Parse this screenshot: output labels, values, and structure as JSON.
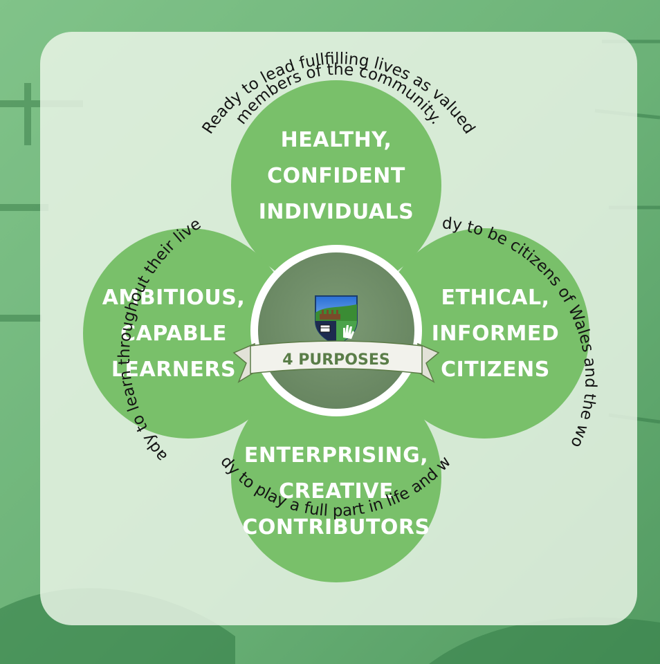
{
  "colors": {
    "background_green": "#6aa56d",
    "panel": "#eef6ea",
    "circle_green": "#79c06a",
    "center_disc": "#6f8f6a",
    "center_ring": "#ffffff",
    "banner": "#f2f2ec",
    "banner_text": "#5a7d48",
    "arc_text": "#141414"
  },
  "center": {
    "crest_icon": "school-crest-icon",
    "banner_label": "4 PURPOSES"
  },
  "purposes": {
    "top": {
      "lines": [
        "HEALTHY,",
        "CONFIDENT",
        "INDIVIDUALS"
      ],
      "tagline": "Ready to lead fullfilling lives as valued",
      "tagline_2": "members of the community."
    },
    "left": {
      "lines": [
        "AMBITIOUS,",
        "CAPABLE",
        "LEARNERS"
      ],
      "tagline": "Ready to learn throughout their lives."
    },
    "right": {
      "lines": [
        "ETHICAL,",
        "INFORMED",
        "CITIZENS"
      ],
      "tagline": "Ready to be citizens of Wales and the world."
    },
    "bottom": {
      "lines": [
        "ENTERPRISING,",
        "CREATIVE",
        "CONTRIBUTORS"
      ],
      "tagline": "Ready to play a full part in life and work."
    }
  }
}
